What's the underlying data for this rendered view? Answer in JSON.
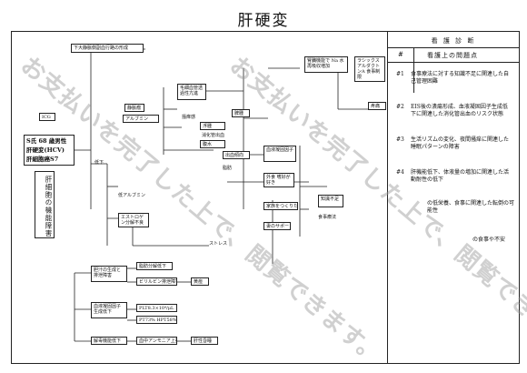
{
  "title": "肝硬変",
  "patient": {
    "line1": "S氏 68 歳男性",
    "line2": "肝硬変(HCV)",
    "line3": "肝細胞癌S7"
  },
  "vertical_label": "肝細胞の機能障害",
  "boxes": {
    "b_top": "下大静脈側副血行路の形成",
    "b_mid1": "毛細血管透過性亢進",
    "b_mid2": "浮腫",
    "b_mid3": "腹水",
    "b_mid4": "静脈瘤",
    "b_mid5": "脾腫",
    "b_mid6": "ICG",
    "b_mid7": "アルブミン",
    "b_blood": "出血傾向",
    "b_skin": "掻痒感",
    "b_ammonia1": "血液凝固因子",
    "b_ammonia2": "消化管出血",
    "b_food": "外食 嗜好が好き",
    "b_family": "家族をつくりたい",
    "b_support": "妻のサポート",
    "b_stress": "ストレス",
    "b_kohon1": "胆汁の生成と排泄障害",
    "b_kohon2": "脂肪分解低下",
    "b_kohon3": "ビリルビン排泄障害",
    "b_kohon4": "黄疸",
    "b_coag1": "血液凝固因子生成低下",
    "b_coag2": "PLT8.3×10⁴/μL",
    "b_coag3": "PT73% HPT58%",
    "b_detox1": "解毒機能低下",
    "b_detox2": "血中アンモニア上昇",
    "b_detox3": "肝性昏睡",
    "b_estrogen": "エストロゲン分解不良",
    "b_low": "低下",
    "b_check": "食事療法",
    "b_diet": "ラシックス アルダクトンA 食事制限",
    "b_sr": "腎臓機能で Na 水再吸収増加",
    "b_pain": "疼痛",
    "b_know1": "知識不足",
    "b_alb": "低アルブミン",
    "b_gi": "消化管出血",
    "b_shiho": "脂肪"
  },
  "right_panel": {
    "heading": "看 護 診 断",
    "col_num": "#",
    "col_title": "看護上の問題点",
    "rows": [
      {
        "num": "#1",
        "text": "食事療法に対する知識不足に関連した自己管理困難"
      },
      {
        "num": "#2",
        "text": "EIS後の潰瘍形成、血液凝固因子生成低下に関連した消化管出血のリスク状態"
      },
      {
        "num": "#3",
        "text": "生活リズムの変化、夜間掻痒に関連した睡眠パターンの障害"
      },
      {
        "num": "#4",
        "text": "肝機能低下、体液量の増加に関連した活動耐性の低下"
      },
      {
        "num": "",
        "text": "の低栄養、食事に関連した転倒の可能性"
      },
      {
        "num": "",
        "text": "の食事や不安"
      }
    ]
  },
  "watermark": "お支払いを完了した上で、閲覧できます。"
}
